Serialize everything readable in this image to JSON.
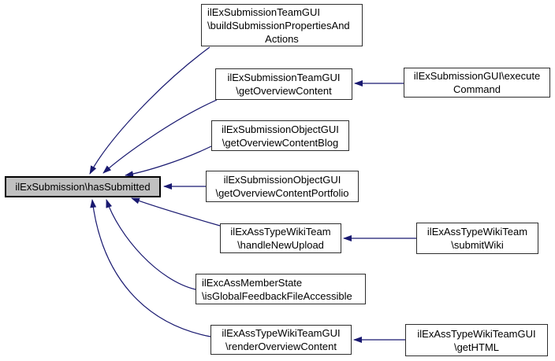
{
  "diagram": {
    "type": "caller-graph",
    "colors": {
      "edge": "#191970",
      "node_fill": "#ffffff",
      "node_border": "#2e2e2e",
      "center_node_fill": "#c0c0c0",
      "center_node_border": "#000000",
      "text": "#000000",
      "background": "#ffffff"
    },
    "nodes": {
      "hasSubmitted": {
        "line1": "ilExSubmission\\hasSubmitted"
      },
      "buildSubmissionPropertiesAndActions": {
        "line1": "ilExSubmissionTeamGUI",
        "line2": "\\buildSubmissionPropertiesAnd",
        "line3": "Actions"
      },
      "getOverviewContent": {
        "line1": "ilExSubmissionTeamGUI",
        "line2": "\\getOverviewContent"
      },
      "getOverviewContentBlog": {
        "line1": "ilExSubmissionObjectGUI",
        "line2": "\\getOverviewContentBlog"
      },
      "getOverviewContentPortfolio": {
        "line1": "ilExSubmissionObjectGUI",
        "line2": "\\getOverviewContentPortfolio"
      },
      "handleNewUpload": {
        "line1": "ilExAssTypeWikiTeam",
        "line2": "\\handleNewUpload"
      },
      "isGlobalFeedbackFileAccessible": {
        "line1": "ilExcAssMemberState",
        "line2": "\\isGlobalFeedbackFileAccessible"
      },
      "renderOverviewContent": {
        "line1": "ilExAssTypeWikiTeamGUI",
        "line2": "\\renderOverviewContent"
      },
      "executeCommand": {
        "line1": "ilExSubmissionGUI\\execute",
        "line2": "Command"
      },
      "submitWiki": {
        "line1": "ilExAssTypeWikiTeam",
        "line2": "\\submitWiki"
      },
      "getHTML": {
        "line1": "ilExAssTypeWikiTeamGUI",
        "line2": "\\getHTML"
      }
    },
    "edges": [
      {
        "from": "ilExSubmissionTeamGUI\\buildSubmissionPropertiesAndActions",
        "to": "ilExSubmission\\hasSubmitted"
      },
      {
        "from": "ilExSubmissionTeamGUI\\getOverviewContent",
        "to": "ilExSubmission\\hasSubmitted"
      },
      {
        "from": "ilExSubmissionObjectGUI\\getOverviewContentBlog",
        "to": "ilExSubmission\\hasSubmitted"
      },
      {
        "from": "ilExSubmissionObjectGUI\\getOverviewContentPortfolio",
        "to": "ilExSubmission\\hasSubmitted"
      },
      {
        "from": "ilExAssTypeWikiTeam\\handleNewUpload",
        "to": "ilExSubmission\\hasSubmitted"
      },
      {
        "from": "ilExcAssMemberState\\isGlobalFeedbackFileAccessible",
        "to": "ilExSubmission\\hasSubmitted"
      },
      {
        "from": "ilExAssTypeWikiTeamGUI\\renderOverviewContent",
        "to": "ilExSubmission\\hasSubmitted"
      },
      {
        "from": "ilExSubmissionGUI\\executeCommand",
        "to": "ilExSubmissionTeamGUI\\getOverviewContent"
      },
      {
        "from": "ilExAssTypeWikiTeam\\submitWiki",
        "to": "ilExAssTypeWikiTeam\\handleNewUpload"
      },
      {
        "from": "ilExAssTypeWikiTeamGUI\\getHTML",
        "to": "ilExAssTypeWikiTeamGUI\\renderOverviewContent"
      }
    ]
  }
}
